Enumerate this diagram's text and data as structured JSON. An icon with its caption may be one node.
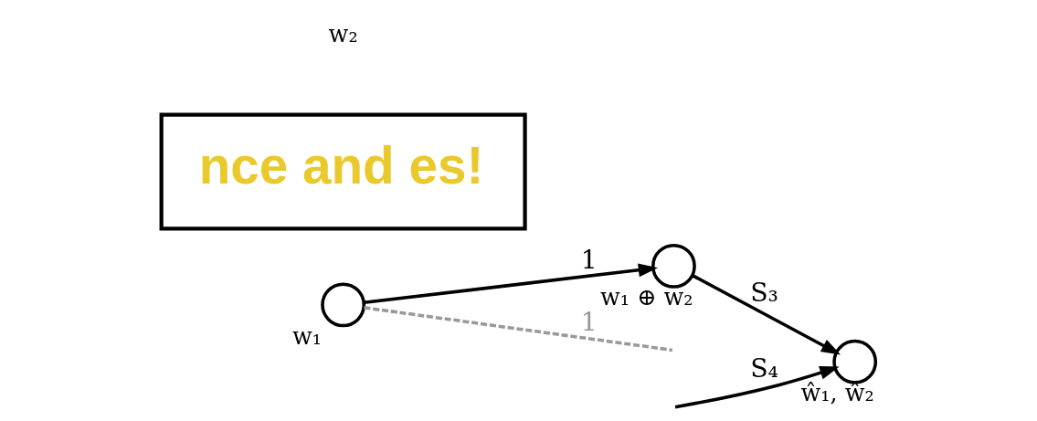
{
  "diagram": {
    "nodes": [
      {
        "text": [
          "w₁"
        ]
      },
      {
        "text": [
          "w₁ ⊕ w₂"
        ]
      },
      {
        "text": [
          "ŵ₁, ŵ₂"
        ]
      },
      {
        "text": [
          "nce and es!"
        ]
      }
    ],
    "edges": [
      {
        "from": 0,
        "to": 1,
        "label": "1",
        "arrow": "to"
      },
      {
        "from": 0,
        "to": null,
        "label": "1",
        "arrow": "none",
        "style": "dashed",
        "color": "#999999"
      },
      {
        "from": 1,
        "to": 2,
        "label": "S₃",
        "arrow": "to"
      },
      {
        "from": null,
        "to": 2,
        "label": "S₄",
        "arrow": "to"
      }
    ],
    "labels": [
      "w₂"
    ]
  }
}
